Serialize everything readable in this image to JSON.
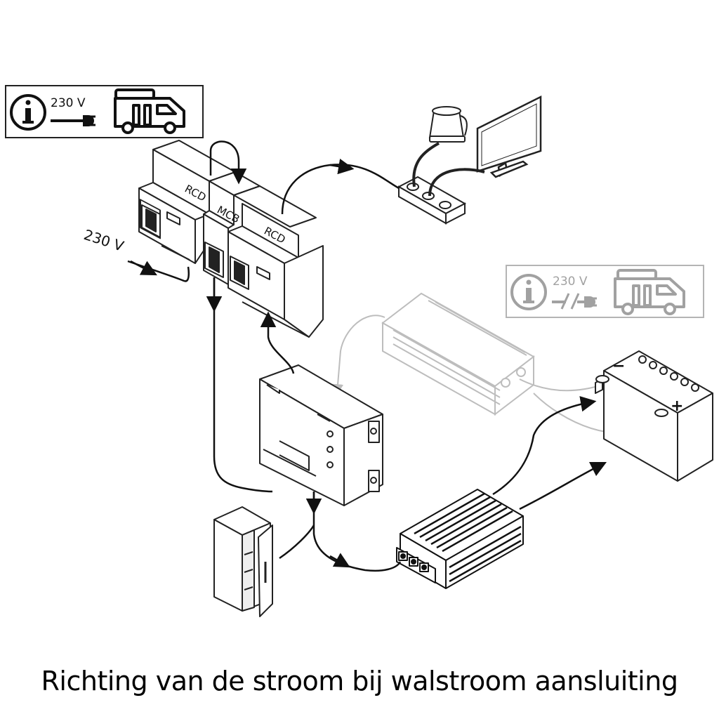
{
  "info_box_shore": {
    "voltage": "230 V",
    "state": "connected"
  },
  "info_box_battery": {
    "voltage": "230 V",
    "state": "disconnected"
  },
  "labels": {
    "rcd_left": "RCD",
    "mcb": "MCB",
    "rcd_right": "RCD",
    "input_voltage": "230 V",
    "battery_minus": "−",
    "battery_plus": "+"
  },
  "caption": "Richting van de stroom bij walstroom aansluiting",
  "colors": {
    "line": "#111111",
    "inactive": "#bdbdbd",
    "background": "#ffffff"
  },
  "icons": [
    "info-icon",
    "plug-icon",
    "camper-van-icon",
    "broken-plug-icon",
    "kettle-icon",
    "monitor-icon",
    "power-strip-icon",
    "fridge-icon",
    "battery-icon",
    "charger-icon",
    "inverter-icon",
    "junction-box-icon"
  ]
}
